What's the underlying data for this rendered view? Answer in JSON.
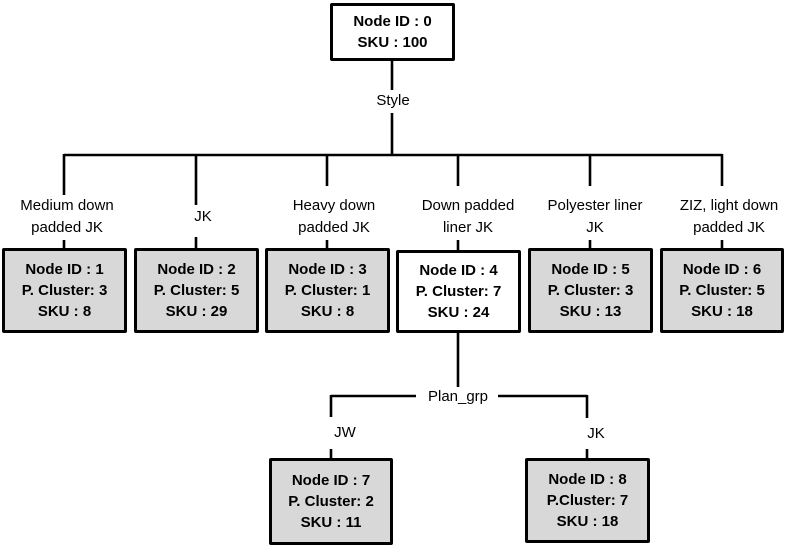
{
  "diagram": {
    "title_hint": "product hierarchy tree",
    "root": {
      "node_id": "Node ID : 0",
      "sku": "SKU : 100"
    },
    "style_connector_label": "Style",
    "plan_grp_connector_label": "Plan_grp",
    "level1_nodes": [
      {
        "branch_label_line1": "Medium down",
        "branch_label_line2": "padded JK",
        "node_id": "Node ID : 1",
        "cluster": "P. Cluster: 3",
        "sku": "SKU : 8",
        "fill": "gray"
      },
      {
        "branch_label_line1": "JK",
        "branch_label_line2": "",
        "node_id": "Node ID : 2",
        "cluster": "P. Cluster: 5",
        "sku": "SKU : 29",
        "fill": "gray"
      },
      {
        "branch_label_line1": "Heavy down",
        "branch_label_line2": "padded JK",
        "node_id": "Node ID : 3",
        "cluster": "P. Cluster: 1",
        "sku": "SKU : 8",
        "fill": "gray"
      },
      {
        "branch_label_line1": "Down padded",
        "branch_label_line2": "liner JK",
        "node_id": "Node ID : 4",
        "cluster": "P. Cluster: 7",
        "sku": "SKU : 24",
        "fill": "white"
      },
      {
        "branch_label_line1": "Polyester liner",
        "branch_label_line2": "JK",
        "node_id": "Node ID : 5",
        "cluster": "P. Cluster: 3",
        "sku": "SKU : 13",
        "fill": "gray"
      },
      {
        "branch_label_line1": "ZIZ, light down",
        "branch_label_line2": "padded JK",
        "node_id": "Node ID : 6",
        "cluster": "P. Cluster: 5",
        "sku": "SKU : 18",
        "fill": "gray"
      }
    ],
    "level2_nodes": [
      {
        "branch_label": "JW",
        "node_id": "Node ID : 7",
        "cluster": "P. Cluster: 2",
        "sku": "SKU : 11",
        "fill": "gray"
      },
      {
        "branch_label": "JK",
        "node_id": "Node ID : 8",
        "cluster": "P.Cluster: 7",
        "sku": "SKU : 18",
        "fill": "gray"
      }
    ],
    "colors": {
      "node_fill_gray": "#d8d8d8",
      "node_fill_white": "#ffffff",
      "line_and_border": "#000000",
      "background": "#ffffff"
    }
  }
}
